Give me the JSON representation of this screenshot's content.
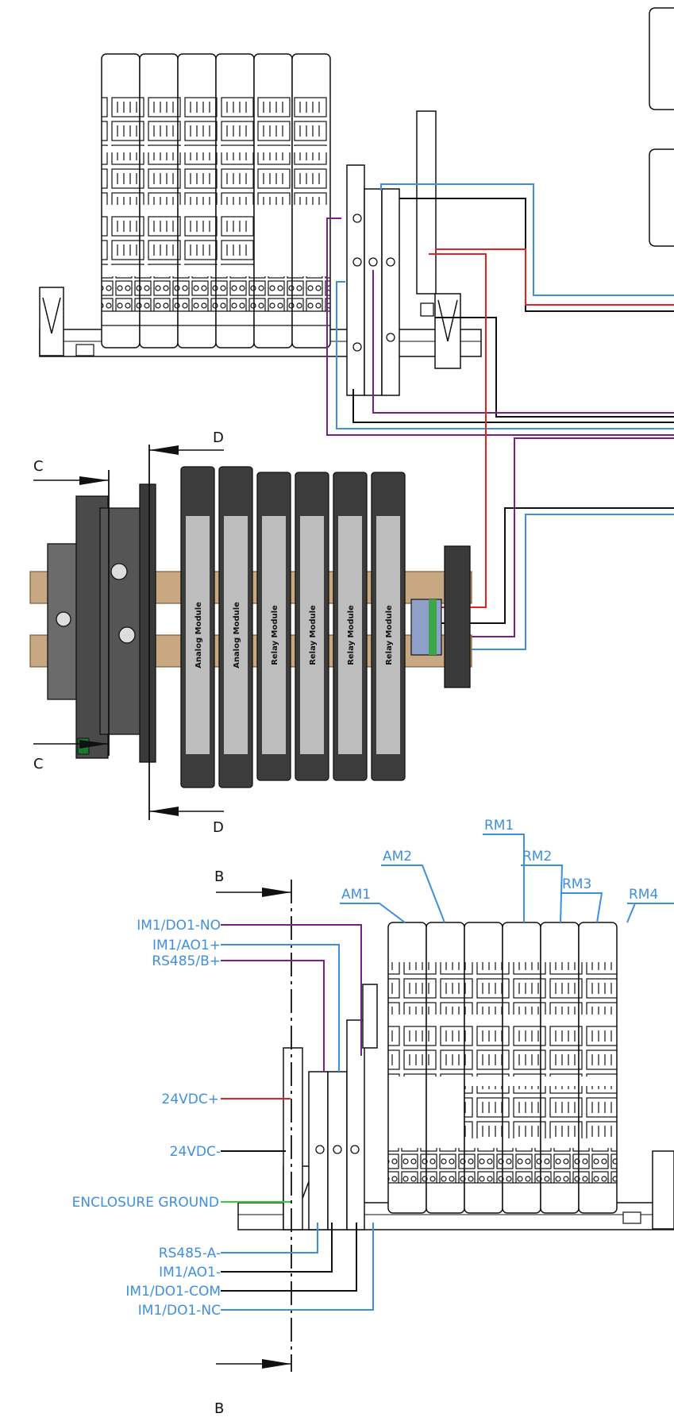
{
  "colors": {
    "blue": "#3f8fe0",
    "red": "#e8201f",
    "purple": "#7a1f8a",
    "black": "#111111",
    "green": "#33cc33",
    "module_dark": "#3c3c3c",
    "din_rail": "#c8a882"
  },
  "section_markers": {
    "C_top": "C",
    "C_bottom": "C",
    "D_top": "D",
    "D_bottom": "D",
    "B_top": "B",
    "B_bottom": "B"
  },
  "module_text": {
    "analog_1": "Analog Module",
    "analog_2": "Analog Module",
    "relay_1": "Relay Module",
    "relay_2": "Relay Module",
    "relay_3": "Relay Module",
    "relay_4": "Relay Module"
  },
  "module_callouts": {
    "am1": "AM1",
    "am2": "AM2",
    "rm1": "RM1",
    "rm2": "RM2",
    "rm3": "RM3",
    "rm4": "RM4"
  },
  "wire_labels": {
    "im1_do1_no": "IM1/DO1-NO",
    "im1_ao1_plus": "IM1/AO1+",
    "rs485_b_plus": "RS485/B+",
    "vdc_plus": "24VDC+",
    "vdc_minus": "24VDC-",
    "enclosure_ground": "ENCLOSURE GROUND",
    "rs485_a_minus": "RS485-A-",
    "im1_ao1_minus": "IM1/AO1-",
    "im1_do1_com": "IM1/DO1-COM",
    "im1_do1_nc": "IM1/DO1-NC"
  }
}
